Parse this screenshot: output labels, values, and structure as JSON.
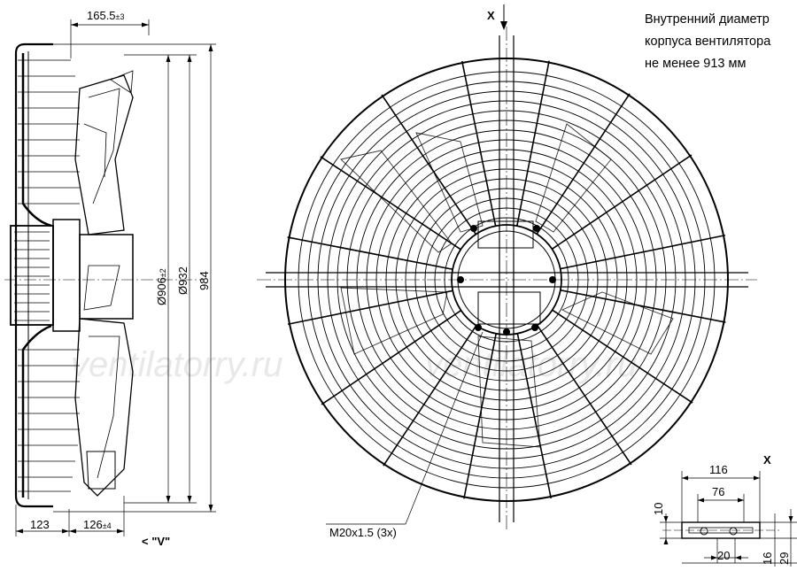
{
  "note": {
    "line1": "Внутренний диаметр",
    "line2": "корпуса вентилятора",
    "line3": "не менее 913 мм"
  },
  "side_view": {
    "dim_top": "165.5",
    "dim_top_tol": "±3",
    "dim_d906": "Ø906",
    "dim_d906_tol": "±2",
    "dim_d932": "Ø932",
    "dim_984": "984",
    "dim_bottom_left": "123",
    "dim_bottom_right": "126",
    "dim_bottom_right_tol": "±4",
    "view_label": "< \"V\""
  },
  "front_view": {
    "section_mark_top": "X",
    "thread_label": "M20x1.5 (3x)"
  },
  "detail_x": {
    "title": "X",
    "dim_116": "116",
    "dim_76": "76",
    "dim_10": "10",
    "dim_20": "20",
    "dim_16": "16",
    "dim_29": "29"
  },
  "watermark": "ventilatorry.ru"
}
